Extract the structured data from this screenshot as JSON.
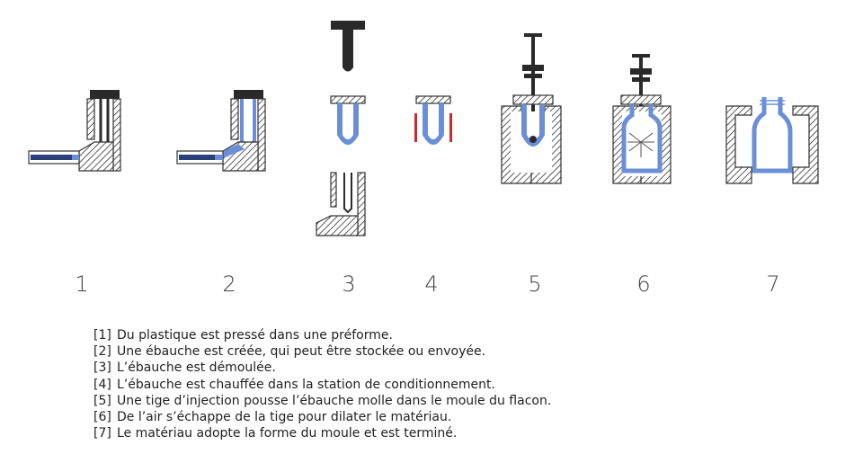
{
  "colors": {
    "hatch": "#333333",
    "plastic": "#6a8fd6",
    "plastic_dark": "#2b3f7a",
    "heater": "#cc2b2b",
    "metal": "#2a2a2a"
  },
  "steps": [
    {
      "number": "1",
      "icon": "extruder-preform-mold"
    },
    {
      "number": "2",
      "icon": "filled-preform-mold"
    },
    {
      "number": "3",
      "icon": "demolded-preform"
    },
    {
      "number": "4",
      "icon": "heated-preform"
    },
    {
      "number": "5",
      "icon": "stretch-rod-in-mold"
    },
    {
      "number": "6",
      "icon": "air-blowing-in-mold"
    },
    {
      "number": "7",
      "icon": "finished-bottle-mold"
    }
  ],
  "legend": [
    {
      "key": "[1]",
      "text": "Du plastique est pressé dans une préforme."
    },
    {
      "key": "[2]",
      "text": "Une ébauche est créée, qui peut être stockée ou envoyée."
    },
    {
      "key": "[3]",
      "text": "L’ébauche est démoulée."
    },
    {
      "key": "[4]",
      "text": "L’ébauche est chauffée dans la station de conditionnement."
    },
    {
      "key": "[5]",
      "text": "Une tige d’injection pousse l’ébauche molle dans le moule du flacon."
    },
    {
      "key": "[6]",
      "text": "De l’air s’échappe de la tige pour dilater le matériau."
    },
    {
      "key": "[7]",
      "text": "Le matériau adopte la forme du moule et est terminé."
    }
  ]
}
